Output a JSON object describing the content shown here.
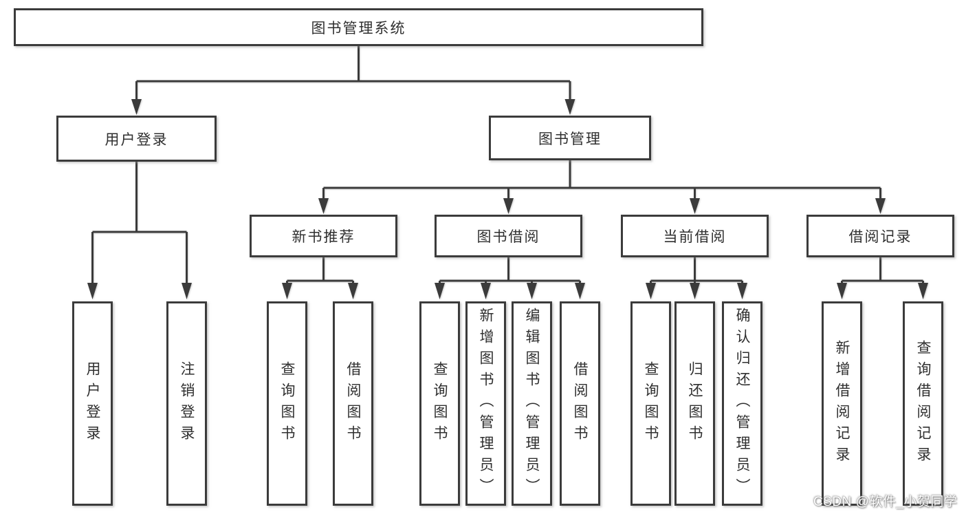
{
  "tree": {
    "root": "图书管理系统",
    "level2": [
      "用户登录",
      "图书管理"
    ],
    "level3": [
      "新书推荐",
      "图书借阅",
      "当前借阅",
      "借阅记录"
    ],
    "level4": {
      "user_login": [
        "用户登录",
        "注销登录"
      ],
      "new_book": [
        "查询图书",
        "借阅图书"
      ],
      "book_borrow": [
        "查询图书",
        "新增图书（管理员）",
        "编辑图书（管理员）",
        "借阅图书"
      ],
      "current_borrow": [
        "查询图书",
        "归还图书",
        "确认归还（管理员）"
      ],
      "borrow_record": [
        "新增借阅记录",
        "查询借阅记录"
      ]
    }
  },
  "watermark": "CSDN @软件_小贺同学",
  "colors": {
    "line": "#3b3b3b",
    "text": "#2f2f2f",
    "background": "#ffffff"
  }
}
